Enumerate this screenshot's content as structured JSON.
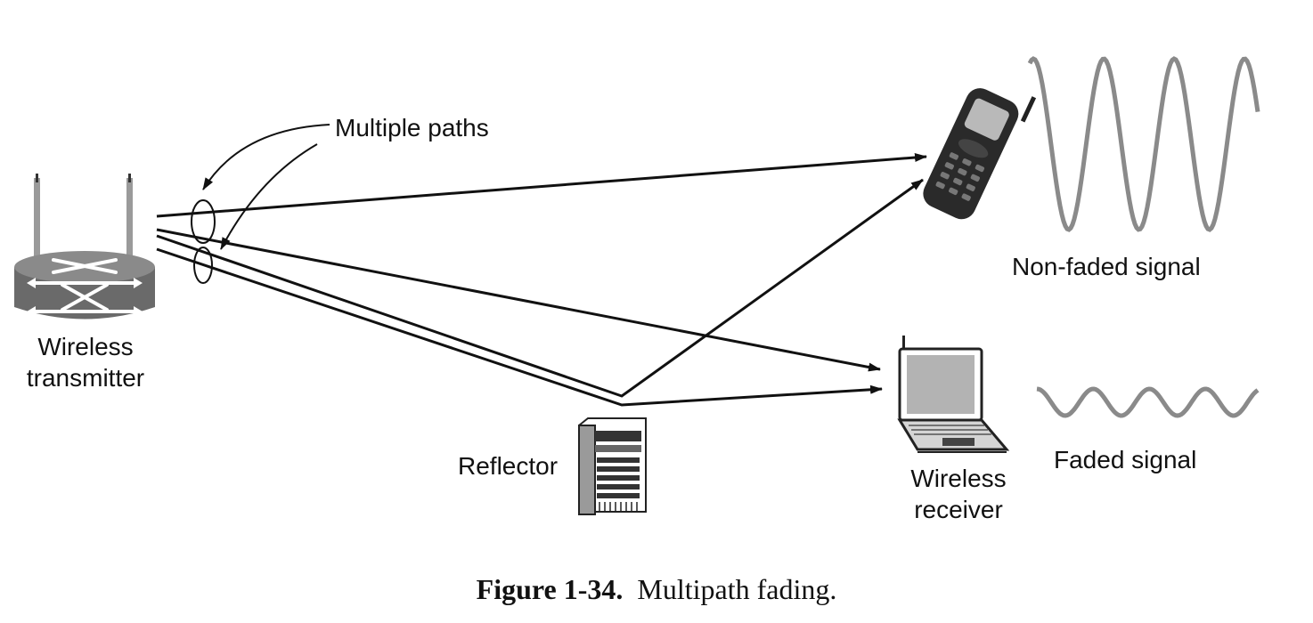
{
  "labels": {
    "multiple_paths": "Multiple paths",
    "transmitter_line1": "Wireless",
    "transmitter_line2": "transmitter",
    "reflector": "Reflector",
    "receiver_line1": "Wireless",
    "receiver_line2": "receiver",
    "non_faded": "Non-faded signal",
    "faded": "Faded signal"
  },
  "caption": {
    "number": "Figure 1-34.",
    "text": "Multipath fading."
  },
  "icons": [
    "router-icon",
    "cell-phone-icon",
    "laptop-icon",
    "server-icon"
  ],
  "colors": {
    "ink": "#111111",
    "signal": "#8a8a8a",
    "device_body": "#6e6e6e"
  }
}
